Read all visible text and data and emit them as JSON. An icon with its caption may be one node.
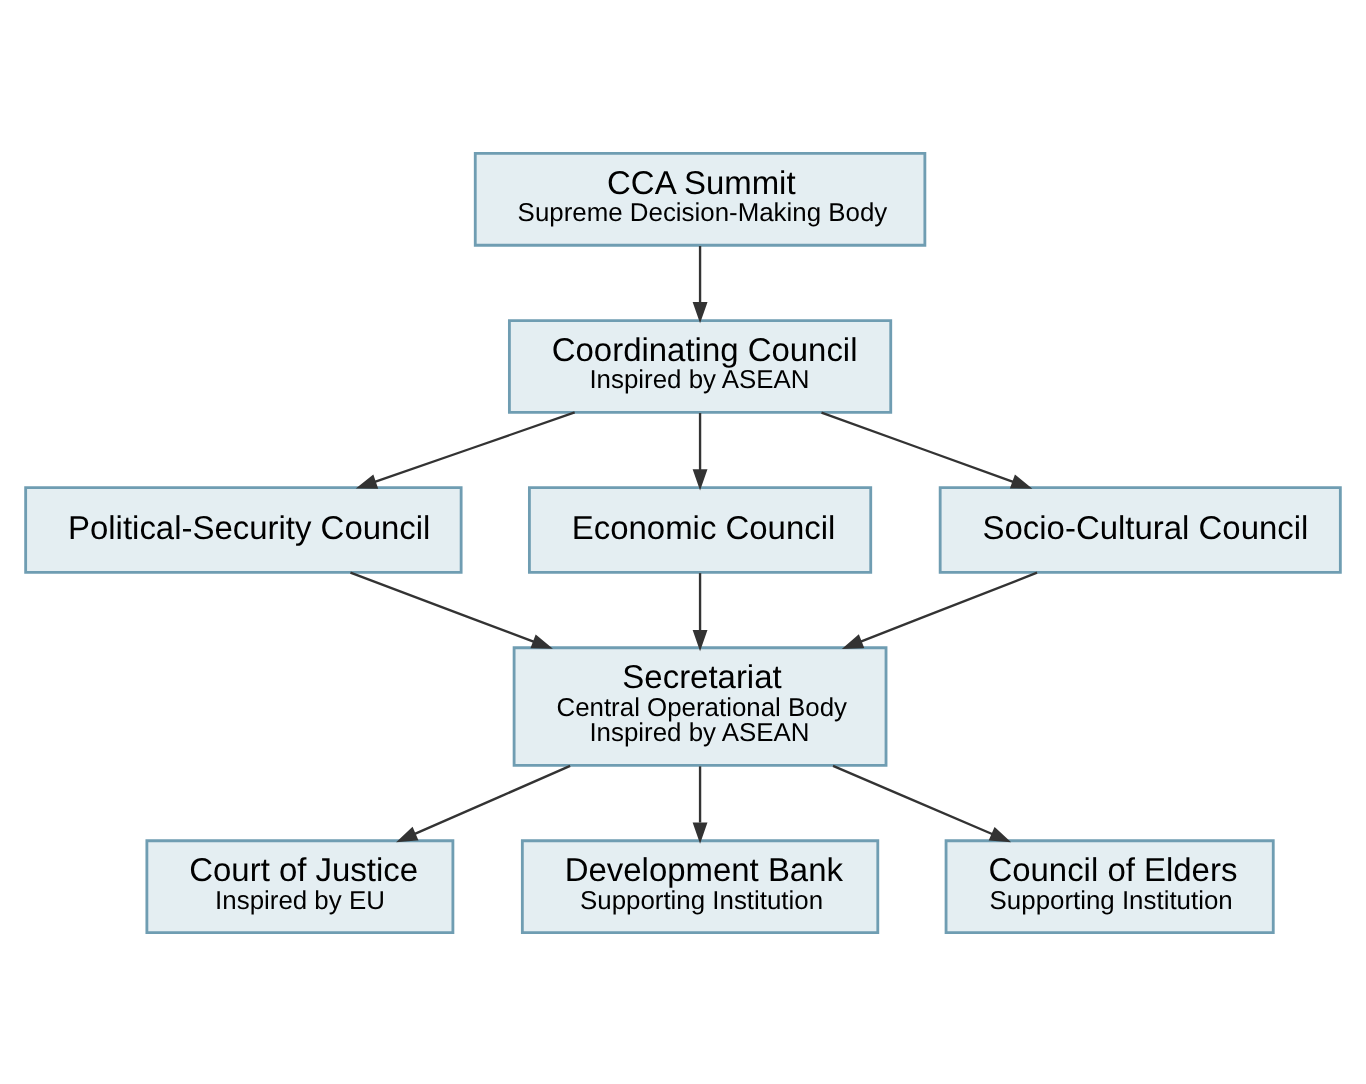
{
  "diagram": {
    "nodes": [
      {
        "text": [
          "CCA Summit",
          "Supreme Decision-Making Body"
        ]
      },
      {
        "text": [
          "Coordinating Council",
          "Inspired by ASEAN"
        ]
      },
      {
        "text": [
          "Political-Security Council"
        ]
      },
      {
        "text": [
          "Economic Council"
        ]
      },
      {
        "text": [
          "Socio-Cultural Council"
        ]
      },
      {
        "text": [
          "Secretariat",
          "Central Operational Body",
          "Inspired by ASEAN"
        ]
      },
      {
        "text": [
          "Court of Justice",
          "Inspired by EU"
        ]
      },
      {
        "text": [
          "Development Bank",
          "Supporting Institution"
        ]
      },
      {
        "text": [
          "Council of Elders",
          "Supporting Institution"
        ]
      }
    ],
    "edges": [
      {
        "from": 0,
        "to": 1,
        "arrow": "to"
      },
      {
        "from": 1,
        "to": 2,
        "arrow": "to"
      },
      {
        "from": 1,
        "to": 3,
        "arrow": "to"
      },
      {
        "from": 1,
        "to": 4,
        "arrow": "to"
      },
      {
        "from": 2,
        "to": 5,
        "arrow": "to"
      },
      {
        "from": 3,
        "to": 5,
        "arrow": "to"
      },
      {
        "from": 4,
        "to": 5,
        "arrow": "to"
      },
      {
        "from": 5,
        "to": 6,
        "arrow": "to"
      },
      {
        "from": 5,
        "to": 7,
        "arrow": "to"
      },
      {
        "from": 5,
        "to": 8,
        "arrow": "to"
      }
    ]
  }
}
